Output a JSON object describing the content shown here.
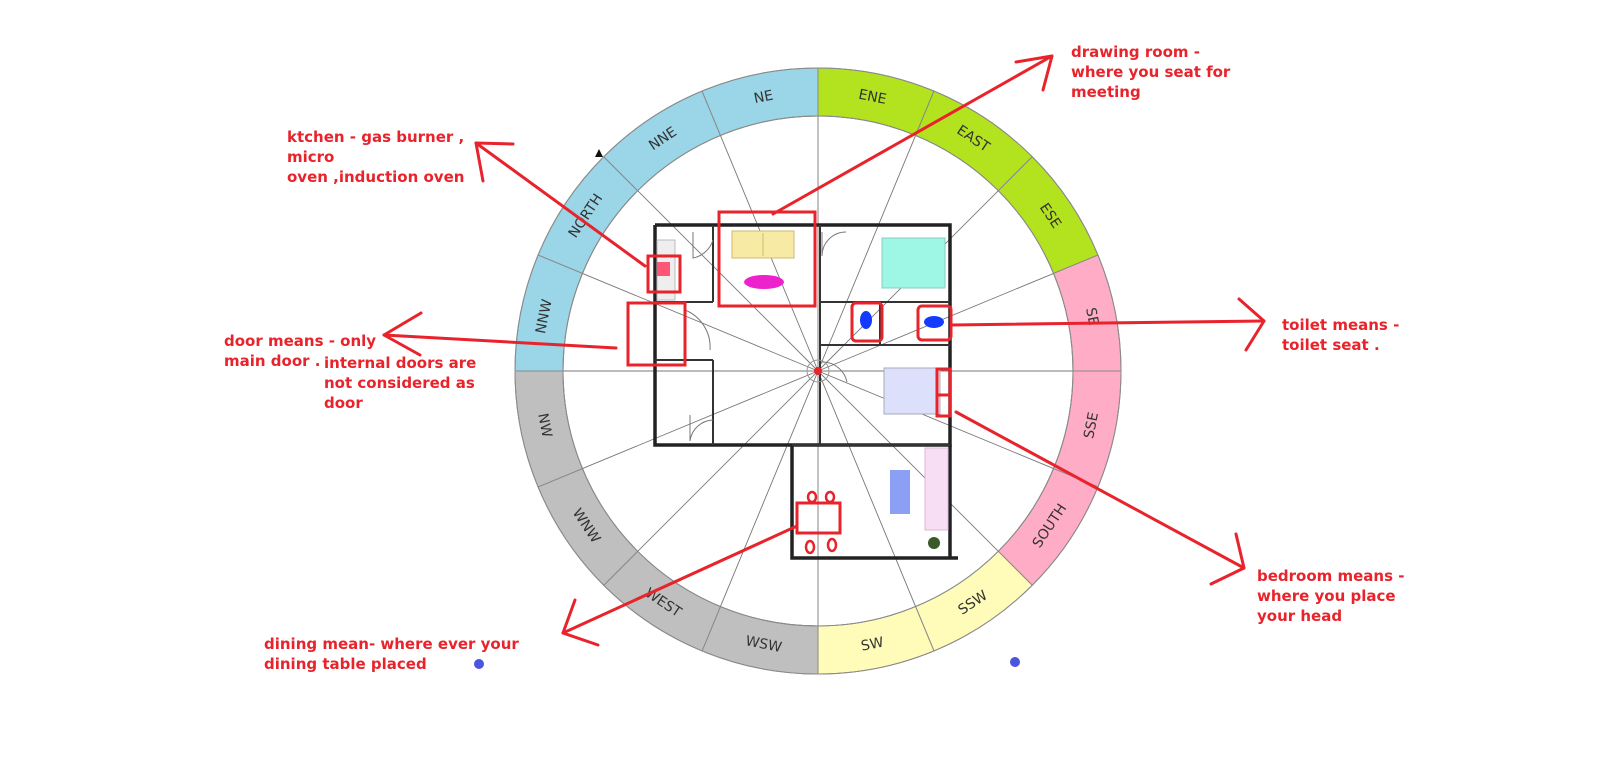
{
  "colors": {
    "annotation": "#e8232b",
    "north_sector": "#9ad6e8",
    "east_sector": "#b3e21f",
    "south_sector": "#ffadc6",
    "southwest_sector": "#fffbb8",
    "west_sector": "#bfbfbf",
    "marker_dot": "#4b55e0"
  },
  "compass": {
    "zones": [
      {
        "label": "NORTH",
        "color": "#9ad6e8"
      },
      {
        "label": "NNE",
        "color": "#9ad6e8"
      },
      {
        "label": "NE",
        "color": "#9ad6e8"
      },
      {
        "label": "ENE",
        "color": "#b3e21f"
      },
      {
        "label": "EAST",
        "color": "#b3e21f"
      },
      {
        "label": "ESE",
        "color": "#b3e21f"
      },
      {
        "label": "SE",
        "color": "#ffadc6"
      },
      {
        "label": "SSE",
        "color": "#ffadc6"
      },
      {
        "label": "SOUTH",
        "color": "#ffadc6"
      },
      {
        "label": "SSW",
        "color": "#fffbb8"
      },
      {
        "label": "SW",
        "color": "#fffbb8"
      },
      {
        "label": "WSW",
        "color": "#bfbfbf"
      },
      {
        "label": "WEST",
        "color": "#bfbfbf"
      },
      {
        "label": "WNW",
        "color": "#bfbfbf"
      },
      {
        "label": "NW",
        "color": "#bfbfbf"
      },
      {
        "label": "NNW",
        "color": "#9ad6e8"
      }
    ]
  },
  "annotations": {
    "drawing_room": [
      "drawing room -",
      "where you seat for",
      "meeting"
    ],
    "kitchen": [
      "ktchen - gas burner ,",
      "micro",
      "oven ,induction oven"
    ],
    "door": [
      "door means - only",
      "main door ."
    ],
    "internal_doors": [
      "internal doors are",
      "not considered as",
      "door"
    ],
    "toilet": [
      "toilet means -",
      "toilet seat ."
    ],
    "bedroom": [
      "bedroom means -",
      "where you place",
      "your head"
    ],
    "dining": [
      "dining mean- where ever your",
      "dining table placed"
    ]
  }
}
